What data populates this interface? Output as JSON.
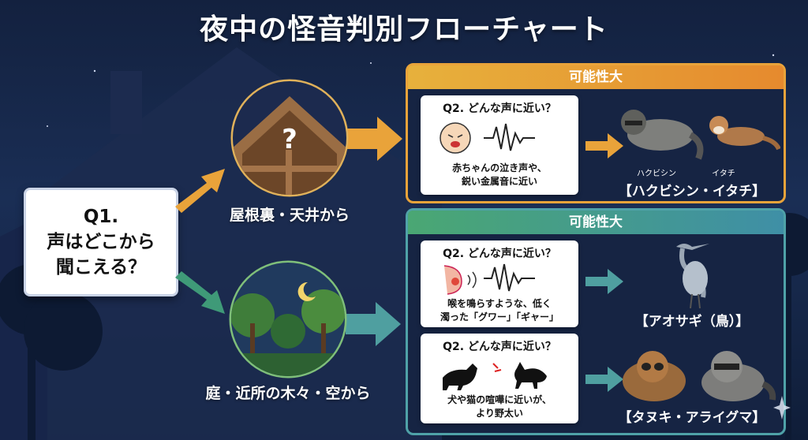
{
  "title": "夜中の怪音判別フローチャート",
  "q1": {
    "line1": "Q1.",
    "line2": "声はどこから",
    "line3": "聞こえる？"
  },
  "branches": {
    "roof": {
      "label": "屋根裏・天井から",
      "icon_text": "?"
    },
    "garden": {
      "label": "庭・近所の木々・空から"
    }
  },
  "panels": {
    "top": {
      "header": "可能性大",
      "question": "Q2. どんな声に近い？",
      "desc_line1": "赤ちゃんの泣き声や、",
      "desc_line2": "鋭い金属音に近い",
      "animals": [
        "ハクビシン",
        "イタチ"
      ],
      "result": "【ハクビシン・イタチ】"
    },
    "bottom": {
      "header": "可能性大",
      "rows": [
        {
          "question": "Q2. どんな声に近い？",
          "desc_line1": "喉を鳴らすような、低く",
          "desc_line2": "濁った「グワー」「ギャー」",
          "result": "【アオサギ（鳥）】"
        },
        {
          "question": "Q2. どんな声に近い？",
          "desc_line1": "犬や猫の喧嘩に近いが、",
          "desc_line2": "より野太い",
          "result": "【タヌキ・アライグマ】"
        }
      ]
    }
  },
  "colors": {
    "orange_accent": "#e9a33a",
    "teal_accent": "#4fa2a8",
    "green_arrow": "#3f9a78",
    "night_bg": "#13213f"
  }
}
